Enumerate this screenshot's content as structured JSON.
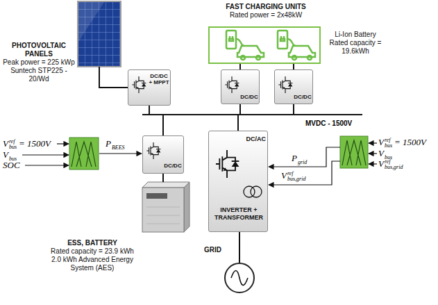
{
  "diagram": {
    "nodes": [
      {
        "text": [
          "PHOTOVOLTAIC PANELS",
          "Peak power = 225 kWp",
          "Suntech STP225 - 20/Wd"
        ]
      },
      {
        "text": [
          "DC/DC + MPPT"
        ]
      },
      {
        "text": [
          "FAST CHARGING UNITS",
          "Rated power = 2x48kW",
          "Li-Ion Battery Rated capacity = 19.6kWh"
        ]
      },
      {
        "text": [
          "DC/DC"
        ]
      },
      {
        "text": [
          "DC/DC"
        ]
      },
      {
        "text": [
          "DC/DC"
        ]
      },
      {
        "text": [
          "DC/AC",
          "INVERTER + TRANSFORMER"
        ]
      },
      {
        "text": [
          "ESS, BATTERY",
          "Rated capacity = 23.9 kWh",
          "2.0 kWh Advanced Energy System (AES)"
        ]
      },
      {
        "text": [
          "GRID"
        ]
      }
    ],
    "edges": [
      {
        "from": 0,
        "to": 1,
        "arrow": "none"
      },
      {
        "from": 2,
        "to": 3,
        "arrow": "none"
      },
      {
        "from": 2,
        "to": 4,
        "arrow": "none"
      },
      {
        "from": 5,
        "to": 7,
        "arrow": "none"
      },
      {
        "from": 6,
        "to": 8,
        "arrow": "none"
      }
    ],
    "labels": [
      "MVDC - 1500V",
      "V",
      "bus",
      "ref",
      "= 1500V",
      "V",
      "bus",
      "SOC",
      "P",
      "BEES",
      "V",
      "bus",
      "ref",
      "= 1500V",
      "V",
      "bus",
      "V",
      "bus,grid",
      "ref",
      "P",
      "grid",
      "V",
      "bus,grid",
      "ref"
    ]
  }
}
